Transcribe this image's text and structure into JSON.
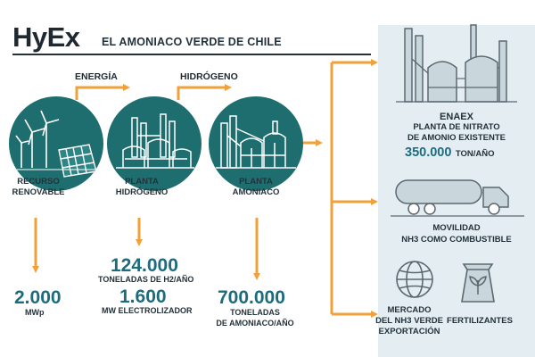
{
  "header": {
    "brand": "HyEx",
    "subtitle": "EL AMONIACO VERDE DE CHILE"
  },
  "flow": {
    "arrow1_label": "ENERGÍA",
    "arrow2_label": "HIDRÓGENO"
  },
  "stages": [
    {
      "label": "RECURSO\nRENOVABLE",
      "value": "2.000",
      "unit": "MWp"
    },
    {
      "label": "PLANTA\nHIDRÓGENO",
      "value": "124.000",
      "unit": "TONELADAS DE H2/AÑO",
      "value2": "1.600",
      "unit2": "MW ELECTROLIZADOR"
    },
    {
      "label": "PLANTA\nAMONIACO",
      "value": "700.000",
      "unit": "TONELADAS\nDE AMONIACO/AÑO"
    }
  ],
  "destinations": {
    "enaex": {
      "name": "ENAEX",
      "desc": "PLANTA DE NITRATO\nDE AMONIO EXISTENTE",
      "value": "350.000",
      "unit": "TON/AÑO"
    },
    "movilidad": {
      "line1": "MOVILIDAD",
      "line2": "NH3 COMO COMBUSTIBLE"
    },
    "mercado": {
      "line1": "MERCADO",
      "line2": "DEL NH3 VERDE",
      "line3": "EXPORTACIÓN"
    },
    "fertilizantes": {
      "label": "FERTILIZANTES"
    }
  },
  "colors": {
    "teal": "#1e6e70",
    "orange": "#f2a03a",
    "value_blue": "#1d6c7e",
    "panel": "#e4eef2"
  },
  "icons": [
    "wind-solar-icon",
    "hydrogen-plant-icon",
    "ammonia-plant-icon",
    "factory-icon",
    "tanker-truck-icon",
    "globe-icon",
    "fertilizer-bag-icon"
  ]
}
